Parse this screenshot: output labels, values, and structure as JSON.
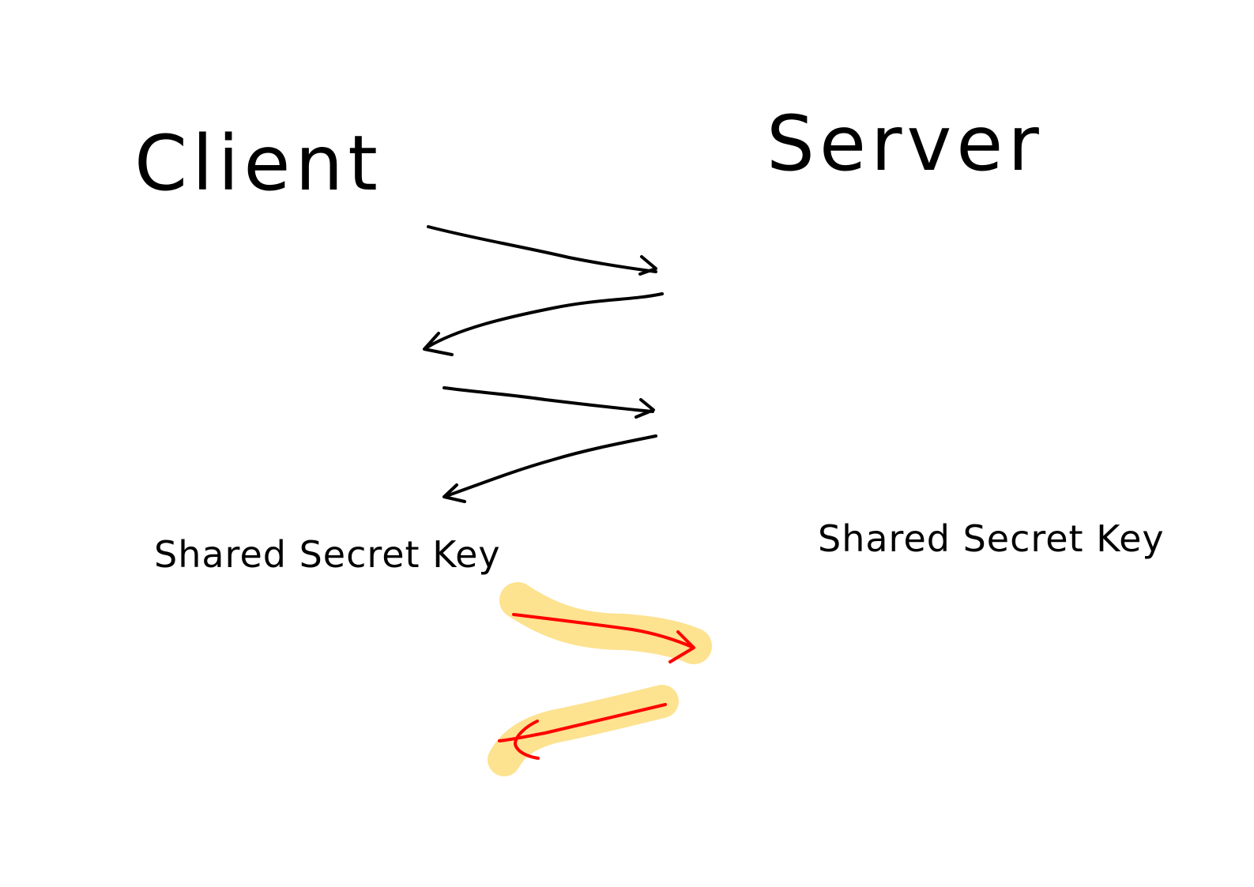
{
  "participants": {
    "client": "Client",
    "server": "Server"
  },
  "keys": {
    "client_key": "Shared Secret Key",
    "server_key": "Shared Secret Key"
  },
  "colors": {
    "ink": "#000000",
    "encrypted_arrow": "#ff0000",
    "highlight": "#fde08a",
    "background": "#ffffff"
  },
  "exchanges": {
    "handshake": [
      {
        "direction": "client-to-server"
      },
      {
        "direction": "server-to-client"
      },
      {
        "direction": "client-to-server"
      },
      {
        "direction": "server-to-client"
      }
    ],
    "encrypted": [
      {
        "direction": "client-to-server",
        "highlighted": true
      },
      {
        "direction": "server-to-client",
        "highlighted": true
      }
    ]
  }
}
